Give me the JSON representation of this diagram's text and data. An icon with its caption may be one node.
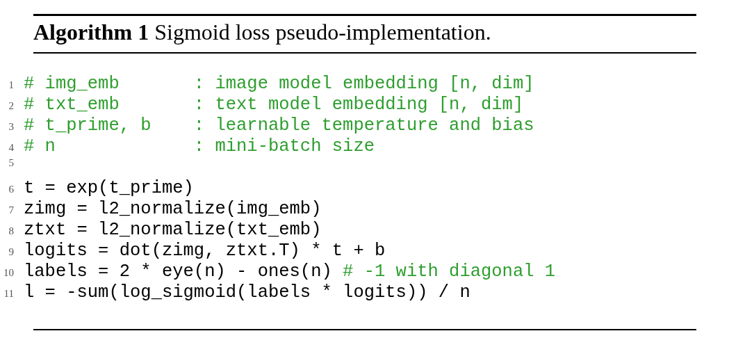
{
  "diagram": {
    "title": "**Algorithm 1** Sigmoid loss pseudo-implementation.",
    "labels": [
      "1",
      "# img_emb       : image model embedding [n, dim]",
      "2",
      "# txt_emb       : text model embedding [n, dim]",
      "3",
      "# t_prime, b    : learnable temperature and bias",
      "4",
      "# n             : mini-batch size",
      "5",
      "6",
      "t = exp(t_prime)",
      "7",
      "zimg = l2_normalize(img_emb)",
      "8",
      "ztxt = l2_normalize(txt_emb)",
      "9",
      "logits = dot(zimg, ztxt.T) * t + b",
      "10",
      "labels = 2 * eye(n) - ones(n)",
      "# -1 with diagonal 1",
      "11",
      "l = -sum(log_sigmoid(labels * logits)) / n"
    ]
  }
}
